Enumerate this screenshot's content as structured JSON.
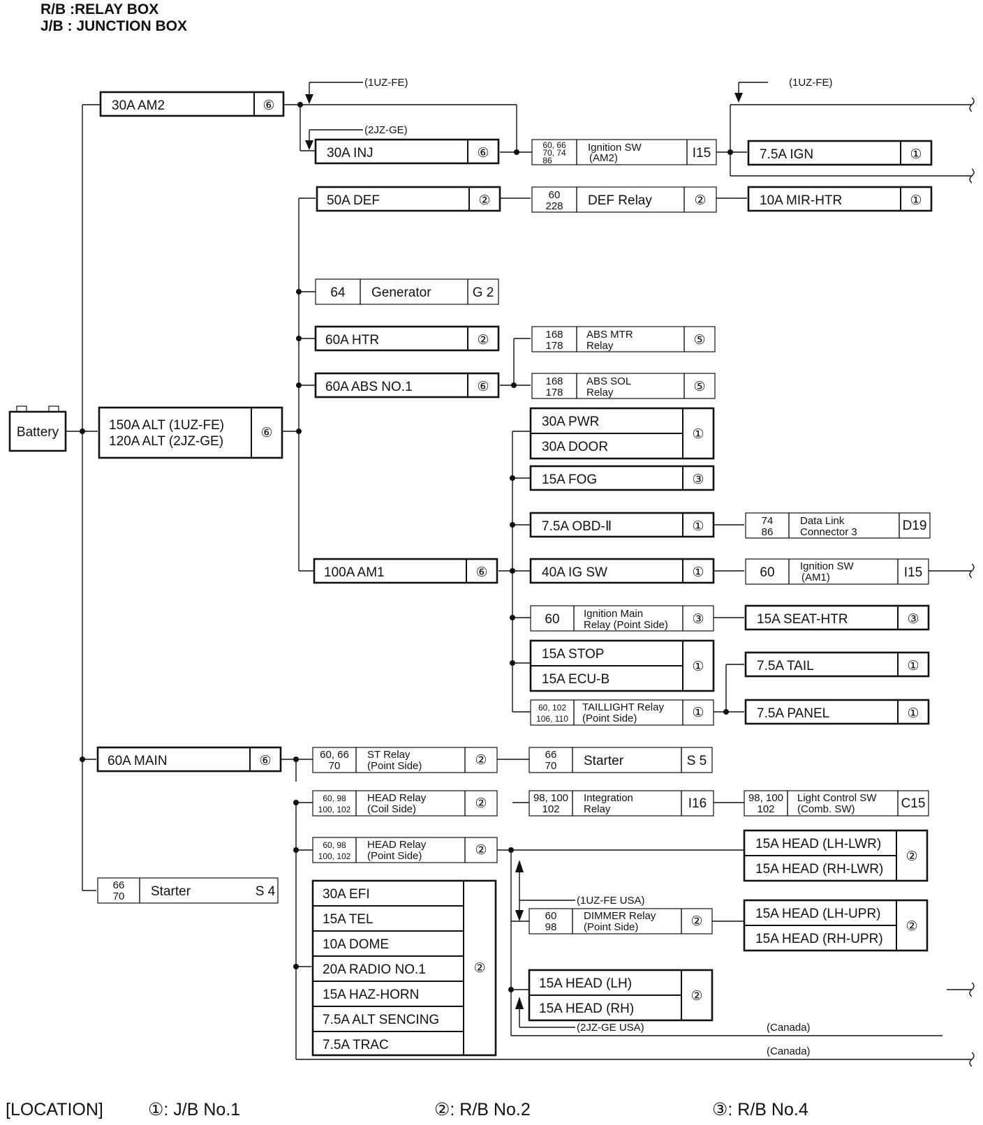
{
  "legend": {
    "rb": "R/B :RELAY BOX",
    "jb": "J/B : JUNCTION BOX"
  },
  "location": {
    "label": "[LOCATION]",
    "l1": "①: J/B No.1",
    "l2": "②: R/B No.2",
    "l3": "③: R/B No.4"
  },
  "battery": "Battery",
  "alt": {
    "l1": "150A ALT (1UZ-FE)",
    "l2": "120A ALT (2JZ-GE)",
    "loc": "⑥"
  },
  "am2": {
    "name": "30A AM2",
    "loc": "⑥"
  },
  "inj": {
    "name": "30A INJ",
    "loc": "⑥"
  },
  "def": {
    "name": "50A DEF",
    "loc": "②"
  },
  "gen": {
    "pin": "64",
    "name": "Generator",
    "code": "G 2"
  },
  "htr": {
    "name": "60A HTR",
    "loc": "②"
  },
  "absno1": {
    "name": "60A ABS NO.1",
    "loc": "⑥"
  },
  "am1": {
    "name": "100A AM1",
    "loc": "⑥"
  },
  "main": {
    "name": "60A MAIN",
    "loc": "⑥"
  },
  "starter_s4": {
    "p1": "66",
    "p2": "70",
    "name": "Starter",
    "code": "S 4"
  },
  "notes": {
    "uzfe_a": "(1UZ-FE)",
    "jzge_a": "(2JZ-GE)",
    "uzfe_b": "(1UZ-FE)",
    "uzfe_usa": "(1UZ-FE USA)",
    "jzge_usa": "(2JZ-GE USA)",
    "canada1": "(Canada)",
    "canada2": "(Canada)"
  },
  "ignsw_am2": {
    "p1": "60, 66",
    "p2": "70, 74",
    "p3": "86",
    "n1": "Ignition SW",
    "n2": "(AM2)",
    "code": "I15"
  },
  "ign": {
    "name": "7.5A IGN",
    "loc": "①"
  },
  "defrelay": {
    "p1": "60",
    "p2": "228",
    "name": "DEF Relay",
    "loc": "②"
  },
  "mirhtr": {
    "name": "10A MIR-HTR",
    "loc": "①"
  },
  "absmtr": {
    "p1": "168",
    "p2": "178",
    "n1": "ABS MTR",
    "n2": "Relay",
    "loc": "⑤"
  },
  "abssol": {
    "p1": "168",
    "p2": "178",
    "n1": "ABS SOL",
    "n2": "Relay",
    "loc": "⑤"
  },
  "pwr": {
    "n1": "30A PWR",
    "n2": "30A DOOR",
    "loc": "①"
  },
  "fog": {
    "name": "15A FOG",
    "loc": "③"
  },
  "obd": {
    "name": "7.5A OBD-Ⅱ",
    "loc": "①"
  },
  "dlc": {
    "p1": "74",
    "p2": "86",
    "n1": "Data Link",
    "n2": "Connector 3",
    "code": "D19"
  },
  "igsw": {
    "name": "40A IG SW",
    "loc": "①"
  },
  "ignsw_am1": {
    "p1": "60",
    "n1": "Ignition SW",
    "n2": "(AM1)",
    "code": "I15"
  },
  "ignmain": {
    "p1": "60",
    "n1": "Ignition Main",
    "n2": "Relay (Point Side)",
    "loc": "③"
  },
  "seathtr": {
    "name": "15A SEAT-HTR",
    "loc": "③"
  },
  "stop": {
    "n1": "15A STOP",
    "n2": "15A ECU-B",
    "loc": "①"
  },
  "taillight": {
    "p1": "60, 102",
    "p2": "106, 110",
    "n1": "TAILLIGHT Relay",
    "n2": "(Point Side)",
    "loc": "①"
  },
  "tail": {
    "name": "7.5A TAIL",
    "loc": "①"
  },
  "panel": {
    "name": "7.5A PANEL",
    "loc": "①"
  },
  "strelay": {
    "p1": "60, 66",
    "p2": "70",
    "n1": "ST Relay",
    "n2": "(Point Side)",
    "loc": "②"
  },
  "starter_s5": {
    "p1": "66",
    "p2": "70",
    "name": "Starter",
    "code": "S 5"
  },
  "headcoil": {
    "p1": "60,  98",
    "p2": "100, 102",
    "n1": "HEAD Relay",
    "n2": "(Coil Side)",
    "loc": "②"
  },
  "integ": {
    "p1": "98, 100",
    "p2": "102",
    "n1": "Integration",
    "n2": "Relay",
    "code": "I16"
  },
  "lightsw": {
    "p1": "98, 100",
    "p2": "102",
    "n1": "Light Control SW",
    "n2": "(Comb. SW)",
    "code": "C15"
  },
  "headpoint": {
    "p1": "60, 98",
    "p2": "100, 102",
    "n1": "HEAD Relay",
    "n2": "(Point Side)",
    "loc": "②"
  },
  "headlwr": {
    "n1": "15A HEAD (LH-LWR)",
    "n2": "15A HEAD (RH-LWR)",
    "loc": "②"
  },
  "dimmer": {
    "p1": "60",
    "p2": "98",
    "n1": "DIMMER Relay",
    "n2": "(Point Side)",
    "loc": "②"
  },
  "headupr": {
    "n1": "15A HEAD (LH-UPR)",
    "n2": "15A HEAD (RH-UPR)",
    "loc": "②"
  },
  "headlh": {
    "n1": "15A HEAD (LH)",
    "n2": "15A HEAD (RH)",
    "loc": "②"
  },
  "group": {
    "items": [
      "30A EFI",
      "15A TEL",
      "10A DOME",
      "20A RADIO NO.1",
      "15A HAZ-HORN",
      "7.5A ALT SENCING",
      "7.5A TRAC"
    ],
    "loc": "②"
  }
}
